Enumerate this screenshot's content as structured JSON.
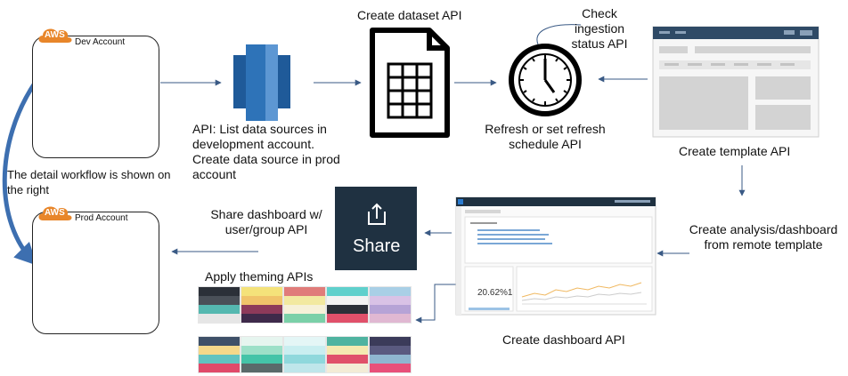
{
  "dev_account": {
    "title": "Dev Account",
    "badge": "AWS"
  },
  "prod_account": {
    "title": "Prod Account",
    "badge": "AWS"
  },
  "workflow_note": "The detail workflow is shown on the right",
  "steps": {
    "list_sources": "API: List data sources in development account. Create data source in prod account",
    "create_dataset": "Create dataset API",
    "check_ingestion": "Check ingestion status API",
    "refresh": "Refresh or set refresh schedule API",
    "create_template": "Create template API",
    "create_analysis": "Create analysis/dashboard from remote template",
    "create_dashboard": "Create dashboard API",
    "share_dashboard": "Share dashboard w/ user/group API",
    "apply_theming": "Apply theming APIs"
  },
  "share_tile": {
    "label": "Share"
  },
  "dashboard_preview": {
    "kpi": "20.62%1"
  },
  "colors": {
    "aws_orange": "#e8862a",
    "redshift_blue": "#2e73b8",
    "quicksight_blue": "#2a7bd0",
    "arrow": "#3a5a85",
    "share_bg": "#1f3141"
  },
  "themes": [
    [
      "#2b3038",
      "#4a5058",
      "#55b8b0",
      "#e6e6e6"
    ],
    [
      "#f4e27a",
      "#f0c36a",
      "#8d3a5a",
      "#3e2a4a"
    ],
    [
      "#e07c7a",
      "#f2e9a0",
      "#f6f1d8",
      "#7ad0a8"
    ],
    [
      "#5fd0cc",
      "#f3f3f3",
      "#2b3038",
      "#e0506a"
    ],
    [
      "#a9cfe6",
      "#d9c2e6",
      "#b6a3d6",
      "#e0b8d2"
    ],
    [
      "#3e5068",
      "#f4d88a",
      "#60c3c0",
      "#e04a6a"
    ],
    [
      "#e6f5ef",
      "#9de0c8",
      "#44c4a8",
      "#5a6a6a"
    ],
    [
      "#e4f6f6",
      "#c9eef0",
      "#8fd8dc",
      "#bfe6ea"
    ],
    [
      "#4fb3a0",
      "#f5e9b0",
      "#e0506a",
      "#f3ecd6"
    ],
    [
      "#3b3b5a",
      "#5a5a80",
      "#8fb6d0",
      "#e8507a"
    ]
  ]
}
